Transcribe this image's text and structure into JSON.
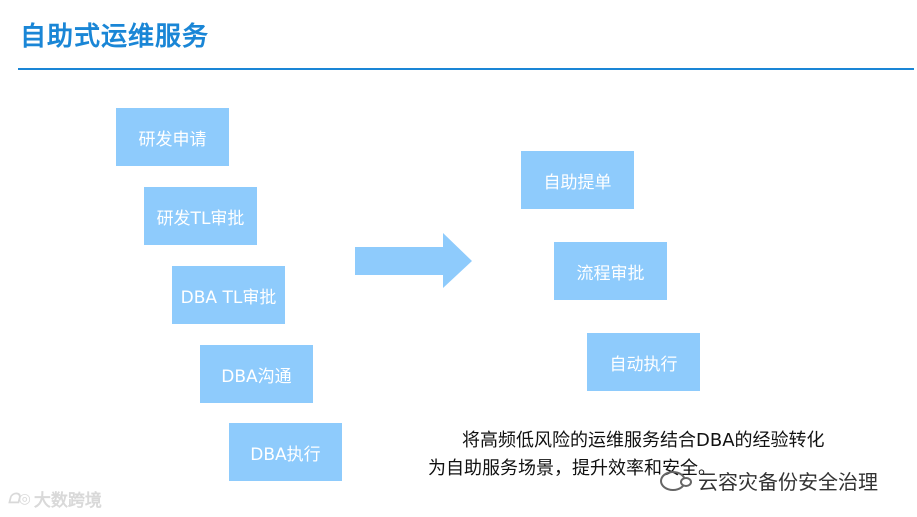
{
  "title": "自助式运维服务",
  "left_steps": [
    {
      "label": "研发申请"
    },
    {
      "label": "研发TL审批"
    },
    {
      "label": "DBA TL审批"
    },
    {
      "label": "DBA沟通"
    },
    {
      "label": "DBA执行"
    }
  ],
  "right_steps": [
    {
      "label": "自助提单"
    },
    {
      "label": "流程审批"
    },
    {
      "label": "自动执行"
    }
  ],
  "description": {
    "line1": "将高频低风险的运维服务结合DBA的经验转化",
    "line2": "为自助服务场景，提升效率和安全。"
  },
  "watermark_right": "云容灾备份安全治理",
  "watermark_left": "大数跨境",
  "colors": {
    "accent": "#1a86d6",
    "box": "#8ecbfc"
  }
}
